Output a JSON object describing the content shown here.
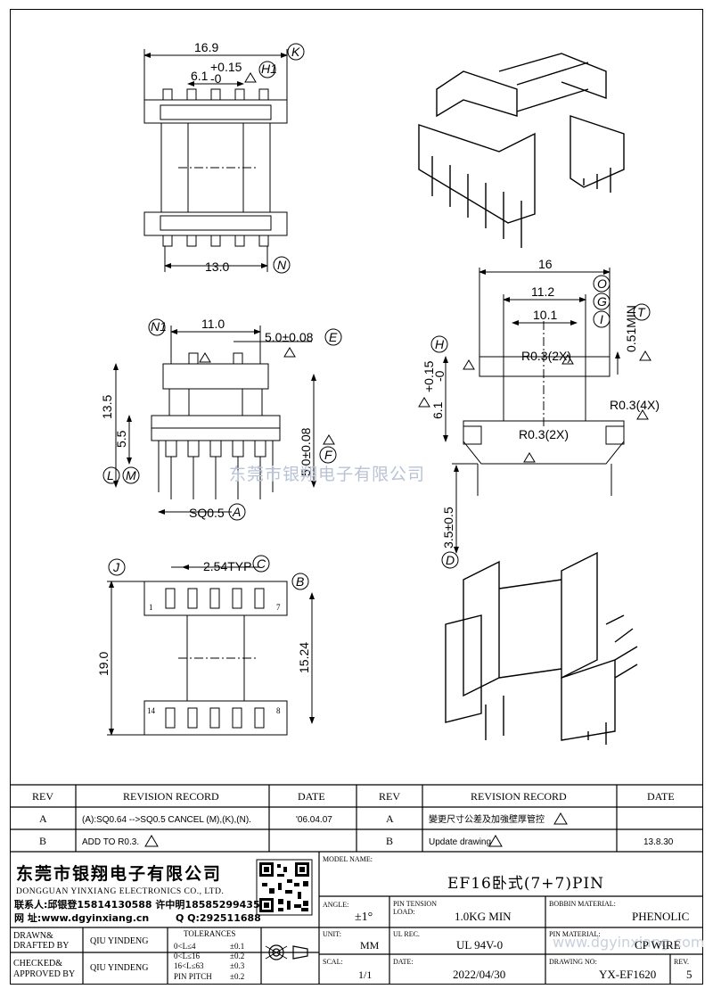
{
  "drawing": {
    "top_view": {
      "width_dim": "16.9",
      "slot_dim": "6.1",
      "slot_tol_plus": "+0.15",
      "slot_tol_minus": "-0",
      "bottom_dim": "13.0",
      "labels": {
        "K": "K",
        "H1": "H1",
        "N": "N"
      }
    },
    "front_view": {
      "top_dim": "11.0",
      "center_dim": "5.0±0.08",
      "height_dim": "13.5",
      "lower_dim": "5.5",
      "pin_height_dim": "5.0±0.08",
      "pin_dim": "SQ0.5",
      "labels": {
        "N1": "N1",
        "E": "E",
        "L": "L",
        "M": "M",
        "F": "F",
        "A": "A"
      }
    },
    "bottom_view": {
      "pitch_dim": "2.54TYP",
      "depth_dim": "19.0",
      "row_dim": "15.24",
      "pins": [
        "1",
        "7",
        "14",
        "8"
      ],
      "labels": {
        "J": "J",
        "C": "C",
        "B": "B"
      }
    },
    "side_view": {
      "width_dim": "16",
      "inner_dim": "11.2",
      "core_dim": "10.1",
      "min_dim": "0.51MIN",
      "radius_a": "R0.3(2X)",
      "radius_b": "R0.3(4X)",
      "radius_c": "R0.3(2X)",
      "height_dim": "6.1",
      "height_tol_plus": "+0.15",
      "height_tol_minus": "-0",
      "pin_len_dim": "3.5±0.5",
      "labels": {
        "O": "O",
        "G": "G",
        "I": "I",
        "T": "T",
        "H": "H",
        "D": "D"
      }
    },
    "watermark": "东莞市银翔电子有限公司",
    "site_watermark": "www.dgyinxiang.com"
  },
  "revision_table": {
    "headers": [
      "REV",
      "REVISION RECORD",
      "DATE",
      "REV",
      "REVISION RECORD",
      "DATE"
    ],
    "rows": [
      [
        "A",
        "(A):SQ0.64 -->SQ0.5  CANCEL (M),(K),(N).",
        "'06.04.07",
        "A",
        "變更尺寸公差及加強壁厚管控",
        ""
      ],
      [
        "B",
        "ADD TO R0.3.",
        "",
        "B",
        "Update drawing",
        "13.8.30"
      ]
    ]
  },
  "title_block": {
    "company_cn": "东莞市银翔电子有限公司",
    "company_en": "DONGGUAN YINXIANG ELECTRONICS CO., LTD.",
    "contact_line": "联系人:邱银登15814130588 许中明18585299435",
    "web_line": "网  址:www.dgyinxiang.cn",
    "qq_line": "Q Q:292511688",
    "model_label": "MODEL NAME:",
    "model_name": "EF16卧式(7+7)PIN",
    "angle_label": "ANGLE:",
    "angle_value": "±1°",
    "pin_tension_label": "PIN TENSION",
    "load_label": "LOAD:",
    "load_value": "1.0KG MIN",
    "bobbin_material_label": "BOBBIN MATERIAL:",
    "bobbin_material": "PHENOLIC",
    "unit_label": "UNIT:",
    "unit_value": "MM",
    "ul_label": "UL REC.",
    "ul_value": "UL 94V-0",
    "pin_material_label": "PIN MATERIAL:",
    "pin_material": "CP WIRE",
    "scale_label": "SCAL:",
    "scale_value": "1/1",
    "date_label": "DATE:",
    "date_value": "2022/04/30",
    "drawing_no_label": "DRAWING NO:",
    "drawing_no": "YX-EF1620",
    "rev_label": "REV.",
    "rev_value": "5",
    "drawn_label": "DRAWN&",
    "drafted_label": "DRAFTED BY",
    "drawn_by": "QIU YINDENG",
    "checked_label": "CHECKED&",
    "approved_label": "APPROVED BY",
    "approved_by": "QIU YINDENG",
    "tolerances_label": "TOLERANCES",
    "tolerances": [
      {
        "range": "0<L≤4",
        "tol": "±0.1"
      },
      {
        "range": "0<L≤16",
        "tol": "±0.2"
      },
      {
        "range": "16<L≤63",
        "tol": "±0.3"
      },
      {
        "range": "PIN PITCH",
        "tol": "±0.2"
      }
    ]
  }
}
